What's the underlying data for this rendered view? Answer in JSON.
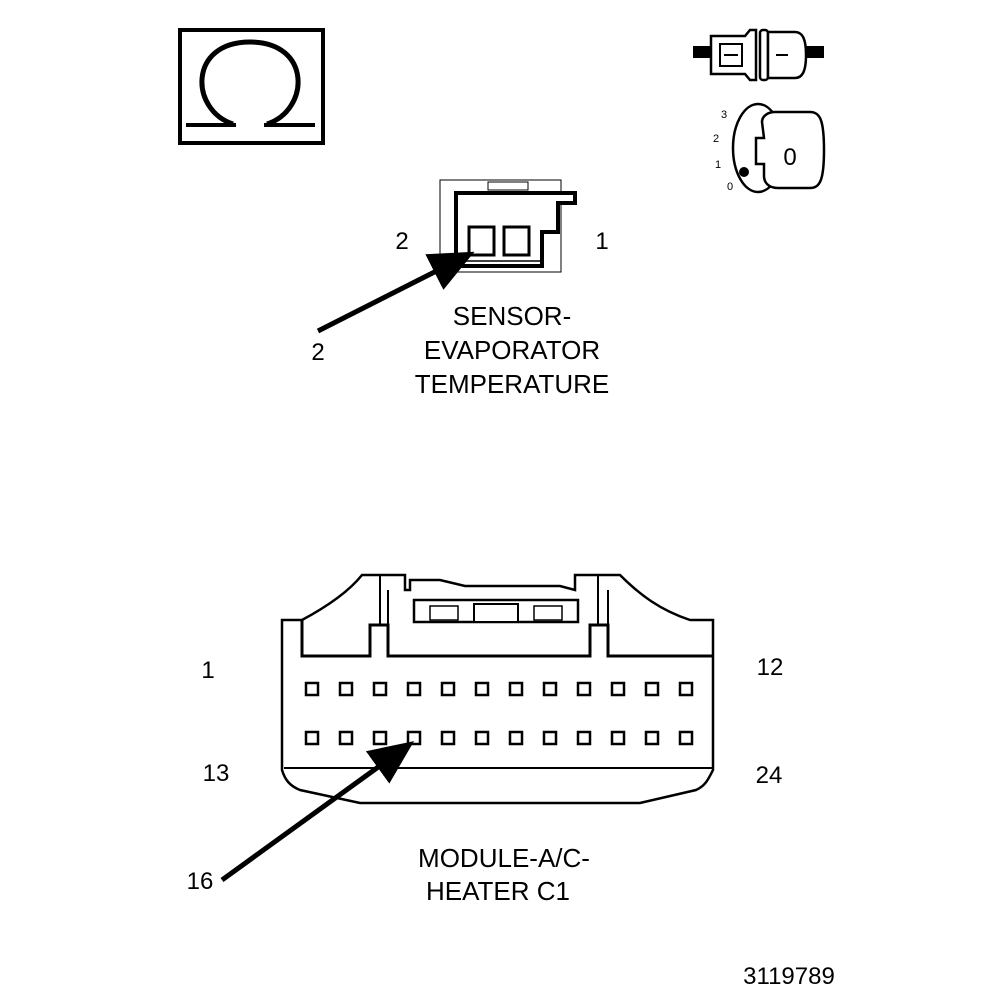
{
  "ohmmeter": {
    "symbol": "Ω"
  },
  "ignition": {
    "key_label": "0",
    "positions": [
      "3",
      "2",
      "1",
      "0"
    ]
  },
  "sensor_connector": {
    "pin_left": "2",
    "pin_right": "1",
    "arrow_pin": "2",
    "name_lines": [
      "SENSOR-",
      "EVAPORATOR",
      "TEMPERATURE"
    ]
  },
  "module_connector": {
    "pin_top_left": "1",
    "pin_top_right": "12",
    "pin_bottom_left": "13",
    "pin_bottom_right": "24",
    "arrow_pin": "16",
    "name_lines": [
      "MODULE-A/C-",
      "HEATER C1"
    ],
    "pins_per_row": 12,
    "rows": 2
  },
  "figure_number": "3119789"
}
